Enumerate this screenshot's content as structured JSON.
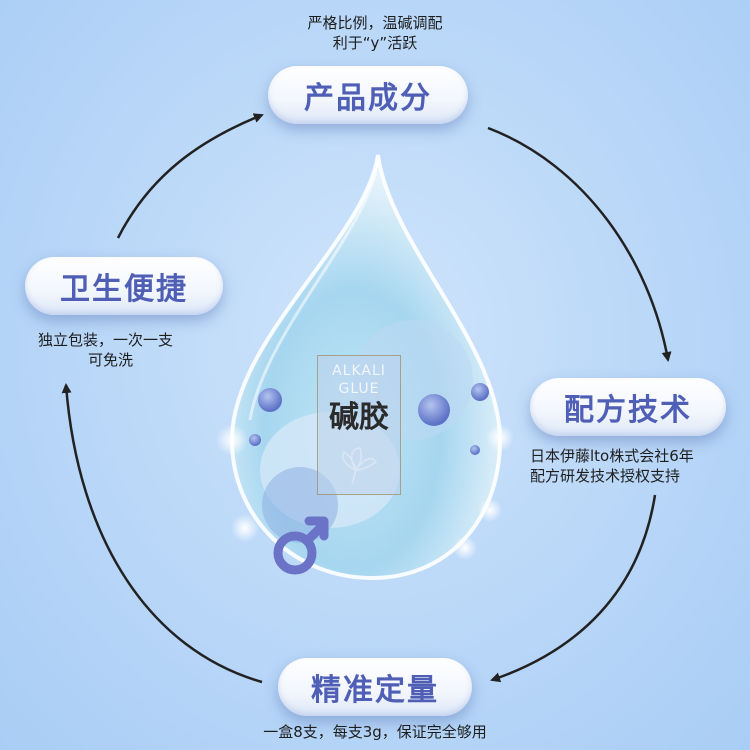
{
  "features": [
    {
      "key": "ingredients",
      "label": "产品成分",
      "desc_lines": [
        "严格比例，温碱调配",
        "利于“y”活跃"
      ]
    },
    {
      "key": "hygiene",
      "label": "卫生便捷",
      "desc_lines": [
        "独立包装，一次一支",
        "可免洗"
      ]
    },
    {
      "key": "technology",
      "label": "配方技术",
      "desc_lines": [
        "日本伊藤lto株式会社6年",
        "配方研发技术授权支持"
      ]
    },
    {
      "key": "dosage",
      "label": "精准定量",
      "desc_lines": [
        "一盒8支，每支3g，保证完全够用"
      ]
    }
  ],
  "badge": {
    "line1": "ALKALI",
    "line2": "GLUE",
    "line3": "碱胶"
  },
  "icons": {
    "male_symbol": "male-symbol-icon",
    "flower": "flower-icon"
  },
  "colors": {
    "pill_text": "#4f5fb6",
    "background": "#b9d7f8",
    "arrow": "#222222"
  }
}
